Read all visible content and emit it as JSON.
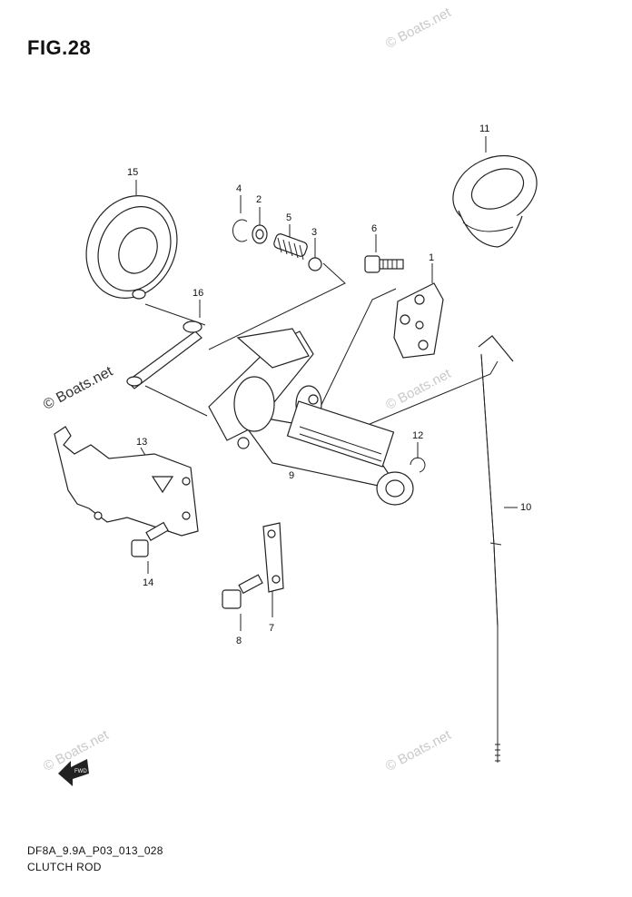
{
  "figure_title": "FIG.28",
  "footer": {
    "code": "DF8A_9.9A_P03_013_028",
    "name": "CLUTCH ROD"
  },
  "watermark_text": "© Boats.net",
  "fwd_label": "FWD",
  "callouts": [
    "1",
    "2",
    "3",
    "4",
    "5",
    "6",
    "7",
    "8",
    "9",
    "10",
    "11",
    "12",
    "13",
    "14",
    "15",
    "16"
  ],
  "colors": {
    "line": "#222222",
    "watermark": "#c9c9c9"
  }
}
